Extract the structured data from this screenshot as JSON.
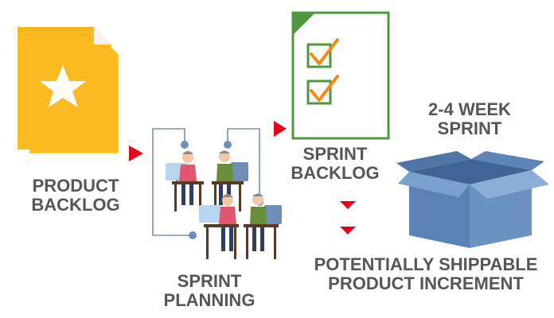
{
  "labels": {
    "product_backlog": [
      "PRODUCT",
      "BACKLOG"
    ],
    "sprint_planning": [
      "SPRINT",
      "PLANNING"
    ],
    "sprint_backlog": [
      "SPRINT",
      "BACKLOG"
    ],
    "sprint_length": [
      "2-4 WEEK",
      "SPRINT"
    ],
    "increment": [
      "POTENTIALLY SHIPPABLE",
      "PRODUCT INCREMENT"
    ]
  },
  "colors": {
    "label_text": "#55565a",
    "backlog_yellow": "#fbba1f",
    "backlog_yellow_dark": "#f2ad17",
    "arrow_red": "#e3051b",
    "checklist_green": "#4c9a3c",
    "check_orange": "#f08a1d",
    "box_blue": "#6b93c2",
    "box_blue_dark": "#4f75a6",
    "connector": "#7b90ad"
  },
  "icons": [
    "star-icon",
    "checkmark-icon",
    "arrow-right-icon",
    "arrow-down-icon",
    "box-icon"
  ]
}
